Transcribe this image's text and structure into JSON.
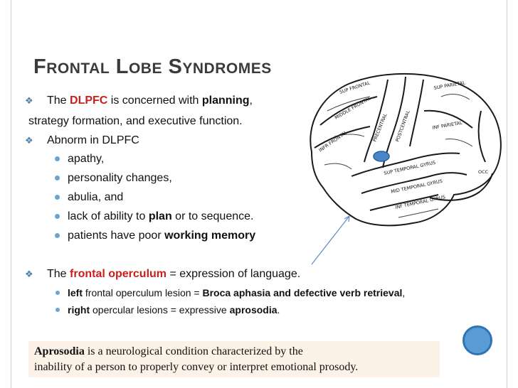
{
  "slide": {
    "title_initial_1": "F",
    "title_rest_1": "RONTAL",
    "title_initial_2": "L",
    "title_rest_2": "OBE",
    "title_initial_3": "S",
    "title_rest_3": "YNDROMES"
  },
  "bullets": {
    "b1": {
      "pre": "The ",
      "dlpfc": "DLPFC",
      "mid": " is concerned with ",
      "planning": "planning",
      "post": ","
    },
    "b1_cont": "strategy formation, and executive function.",
    "b2": "Abnorm in DLPFC",
    "sub": {
      "s1": "apathy,",
      "s2": "personality changes,",
      "s3": "abulia, and",
      "s4_pre": "lack of ability to ",
      "s4_bold": "plan",
      "s4_post": " or to sequence.",
      "s5_pre": "patients have poor ",
      "s5_bold": "working memory"
    },
    "b3": {
      "pre": "The ",
      "red": "frontal operculum",
      "post": " = expression of language."
    },
    "sub2": {
      "l1_bold": "left",
      "l1_mid": " frontal operculum lesion = ",
      "l1_bold2": "Broca aphasia and defective verb retrieval",
      "l1_post": ",",
      "l2_bold": "right",
      "l2_mid": " opercular lesions = expressive ",
      "l2_bold2": "aprosodia",
      "l2_post": "."
    }
  },
  "note": {
    "bold": "Aprosodia",
    "line1": " is a neurological condition characterized by the",
    "line2": "inability of a person to properly convey or interpret emotional prosody."
  },
  "brain_labels": {
    "sup_frontal": "SUP FRONTAL",
    "mid_frontal": "MIDDLE FRONTAL",
    "infr_frontal": "INFR FRONTAL",
    "prec": "PRECENTRAL",
    "post": "POSTCENTRAL",
    "sup_temp": "SUP TEMPORAL GYRUS",
    "mid_temp": "MID TEMPORAL GYRUS",
    "inf_temp": "INF TEMPORAL GYRUS",
    "sup_parietal": "SUP PARIETAL",
    "inf_parietal": "INF PARIETAL",
    "occ": "OCC"
  },
  "colors": {
    "title": "#3b3b3b",
    "accent_red": "#c8201c",
    "bullet_blue": "#6aa4cf",
    "note_bg": "#fdf2e7",
    "marker_blue": "#4a86c6",
    "circle_blue": "#5b9bd5"
  }
}
